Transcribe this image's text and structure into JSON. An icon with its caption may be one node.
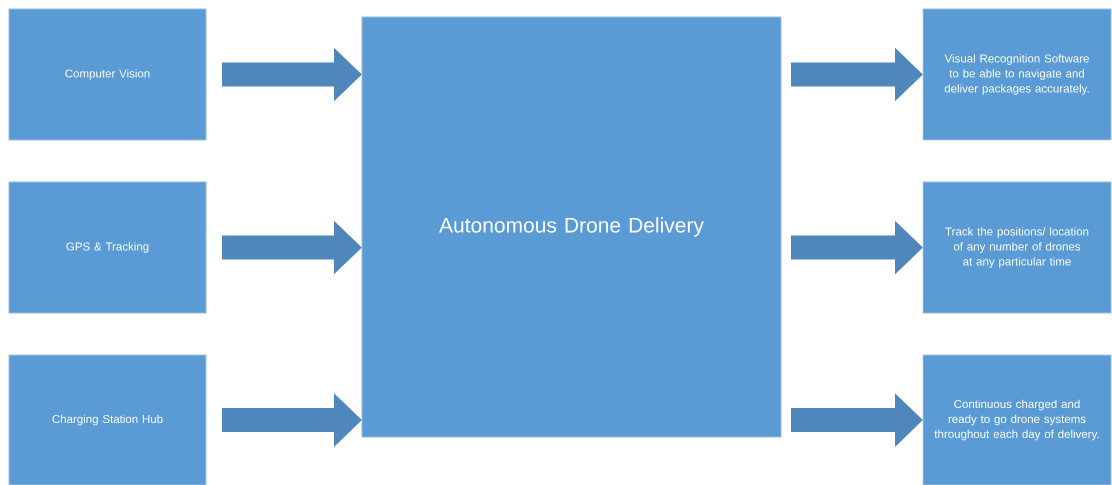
{
  "diagram": {
    "nodes": [
      {
        "text": [
          "Computer Vision"
        ]
      },
      {
        "text": [
          "GPS & Tracking"
        ]
      },
      {
        "text": [
          "Charging Station Hub"
        ]
      },
      {
        "text": [
          "Autonomous Drone Delivery"
        ]
      },
      {
        "text": [
          "Visual Recognition Software to be able to navigate and deliver packages accurately."
        ]
      },
      {
        "text": [
          "Track the positions/ location of any number of drones at any particular time"
        ]
      },
      {
        "text": [
          "Continuous charged and ready to go drone systems throughout each day of delivery."
        ]
      }
    ],
    "edges": [
      {
        "from": 0,
        "to": 3,
        "arrow": "to"
      },
      {
        "from": 1,
        "to": 3,
        "arrow": "to"
      },
      {
        "from": 2,
        "to": 3,
        "arrow": "to"
      },
      {
        "from": 3,
        "to": 4,
        "arrow": "to"
      },
      {
        "from": 3,
        "to": 5,
        "arrow": "to"
      },
      {
        "from": 3,
        "to": 6,
        "arrow": "to"
      }
    ]
  }
}
